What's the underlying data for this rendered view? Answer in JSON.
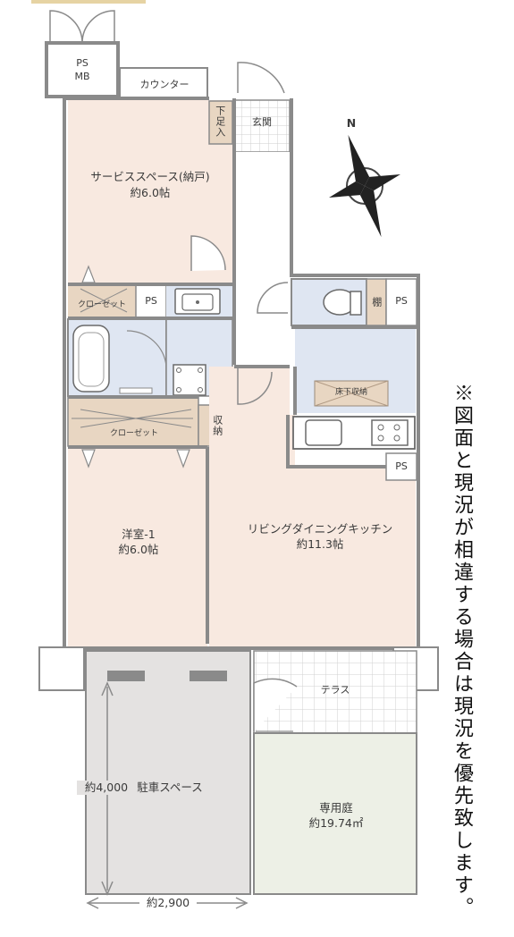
{
  "rooms": {
    "ps_mb_top": "PS",
    "ps_mb_bottom": "MB",
    "counter": "カウンター",
    "shoe_storage": "下足入",
    "entrance": "玄関",
    "service_space": "サービススペース(納戸)",
    "service_space_size": "約6.0帖",
    "closet_1": "クローゼット",
    "ps_1": "PS",
    "closet_2": "クローゼット",
    "storage": "収納",
    "shelf": "棚",
    "ps_2": "PS",
    "underfloor_storage": "床下収納",
    "ps_3": "PS",
    "western_room": "洋室-1",
    "western_room_size": "約6.0帖",
    "ldk": "リビングダイニングキッチン",
    "ldk_size": "約11.3帖",
    "terrace": "テラス",
    "parking": "駐車スペース",
    "parking_depth": "約4,000",
    "parking_width": "約2,900",
    "garden": "専用庭",
    "garden_size": "約19.74㎡",
    "compass_n": "N"
  },
  "notes": {
    "disclaimer": "※図面と現況が相違する場合は現況を優先致します。"
  },
  "colors": {
    "room_pink": "#f8e9e0",
    "wet_blue": "#dfe6f2",
    "storage_tan": "#e8d6c2",
    "parking_gray": "#e4e2e1",
    "garden_green": "#edf0e6",
    "wall": "#8a8a8a"
  }
}
